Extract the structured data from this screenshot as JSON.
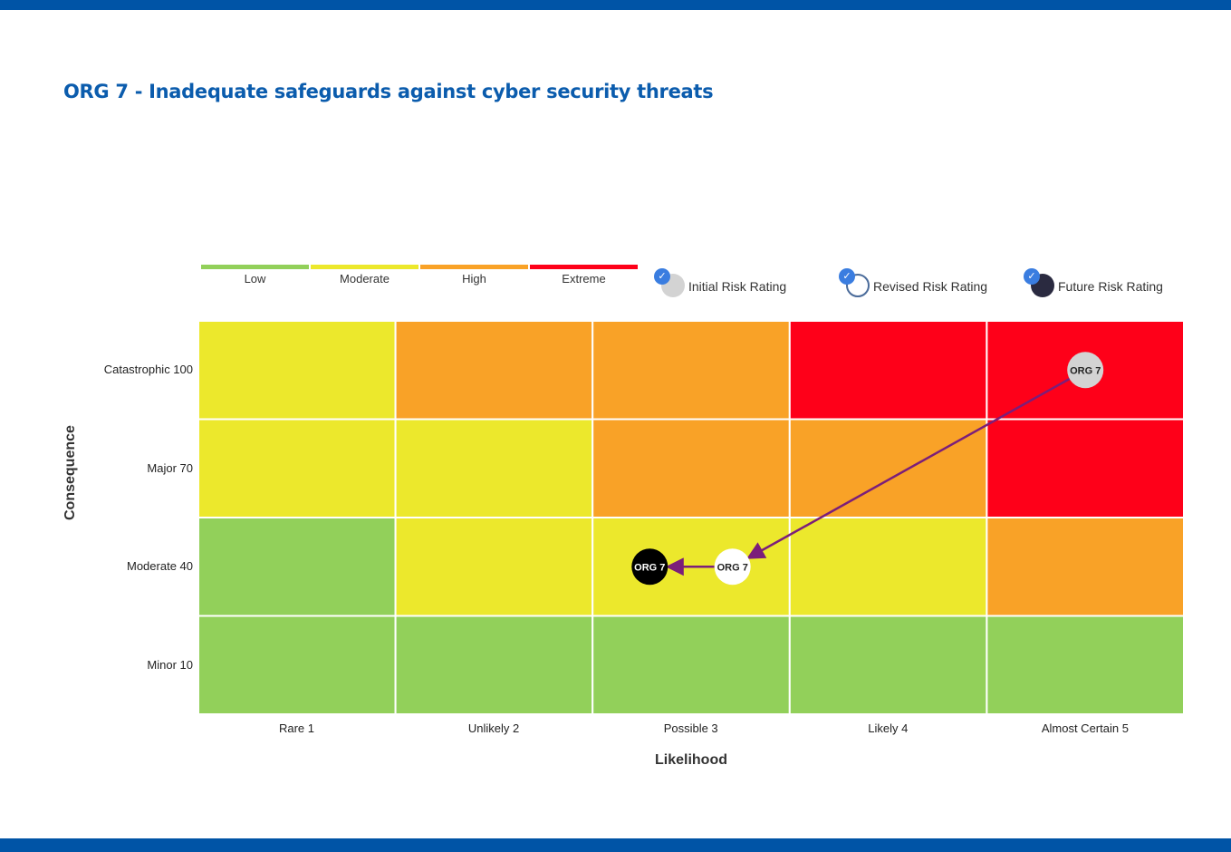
{
  "title": "ORG 7 - Inadequate safeguards against cyber security threats",
  "chart_data": {
    "type": "heatmap",
    "xlabel": "Likelihood",
    "ylabel": "Consequence",
    "x_categories": [
      "Rare 1",
      "Unlikely 2",
      "Possible 3",
      "Likely 4",
      "Almost Certain 5"
    ],
    "y_categories": [
      "Catastrophic 100",
      "Major 70",
      "Moderate 40",
      "Minor 10"
    ],
    "levels": [
      {
        "name": "Low",
        "color": "#92d05a"
      },
      {
        "name": "Moderate",
        "color": "#ece82c"
      },
      {
        "name": "High",
        "color": "#f9a227"
      },
      {
        "name": "Extreme",
        "color": "#fe0019"
      }
    ],
    "grid": [
      [
        "Moderate",
        "High",
        "High",
        "Extreme",
        "Extreme"
      ],
      [
        "Moderate",
        "Moderate",
        "High",
        "High",
        "Extreme"
      ],
      [
        "Low",
        "Moderate",
        "Moderate",
        "Moderate",
        "High"
      ],
      [
        "Low",
        "Low",
        "Low",
        "Low",
        "Low"
      ]
    ],
    "markers": [
      {
        "type": "Initial Risk Rating",
        "label": "ORG 7",
        "likelihood": 5,
        "consequence": "Catastrophic 100",
        "offset": 0,
        "fill": "#d3d3d3",
        "text": "#222"
      },
      {
        "type": "Revised Risk Rating",
        "label": "ORG 7",
        "likelihood": 3,
        "consequence": "Moderate 40",
        "offset": 0.1,
        "fill": "#ffffff",
        "text": "#222"
      },
      {
        "type": "Future Risk Rating",
        "label": "ORG 7",
        "likelihood": 3,
        "consequence": "Moderate 40",
        "offset": -0.1,
        "fill": "#000000",
        "text": "#ffffff"
      }
    ],
    "arrow_color": "#7b1e7a"
  },
  "legend": {
    "markers": [
      "Initial Risk Rating",
      "Revised Risk Rating",
      "Future Risk Rating"
    ]
  }
}
